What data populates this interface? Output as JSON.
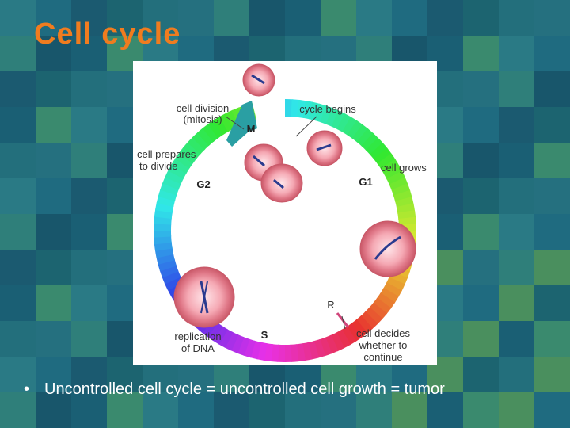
{
  "title": "Cell cycle",
  "diagram": {
    "labels": {
      "cell_division_1": "cell division",
      "cell_division_2": "(mitosis)",
      "cycle_begins": "cycle begins",
      "prepares_1": "cell prepares",
      "prepares_2": "to divide",
      "cell_grows": "cell grows",
      "replication_1": "replication",
      "replication_2": "of DNA",
      "decides_1": "cell decides",
      "decides_2": "whether to",
      "decides_3": "continue"
    },
    "phases": {
      "m": "M",
      "g1": "G1",
      "g2": "G2",
      "s": "S",
      "r": "R"
    }
  },
  "bullet": {
    "marker": "•",
    "text": "Uncontrolled cell cycle = uncontrolled cell growth = tumor"
  }
}
